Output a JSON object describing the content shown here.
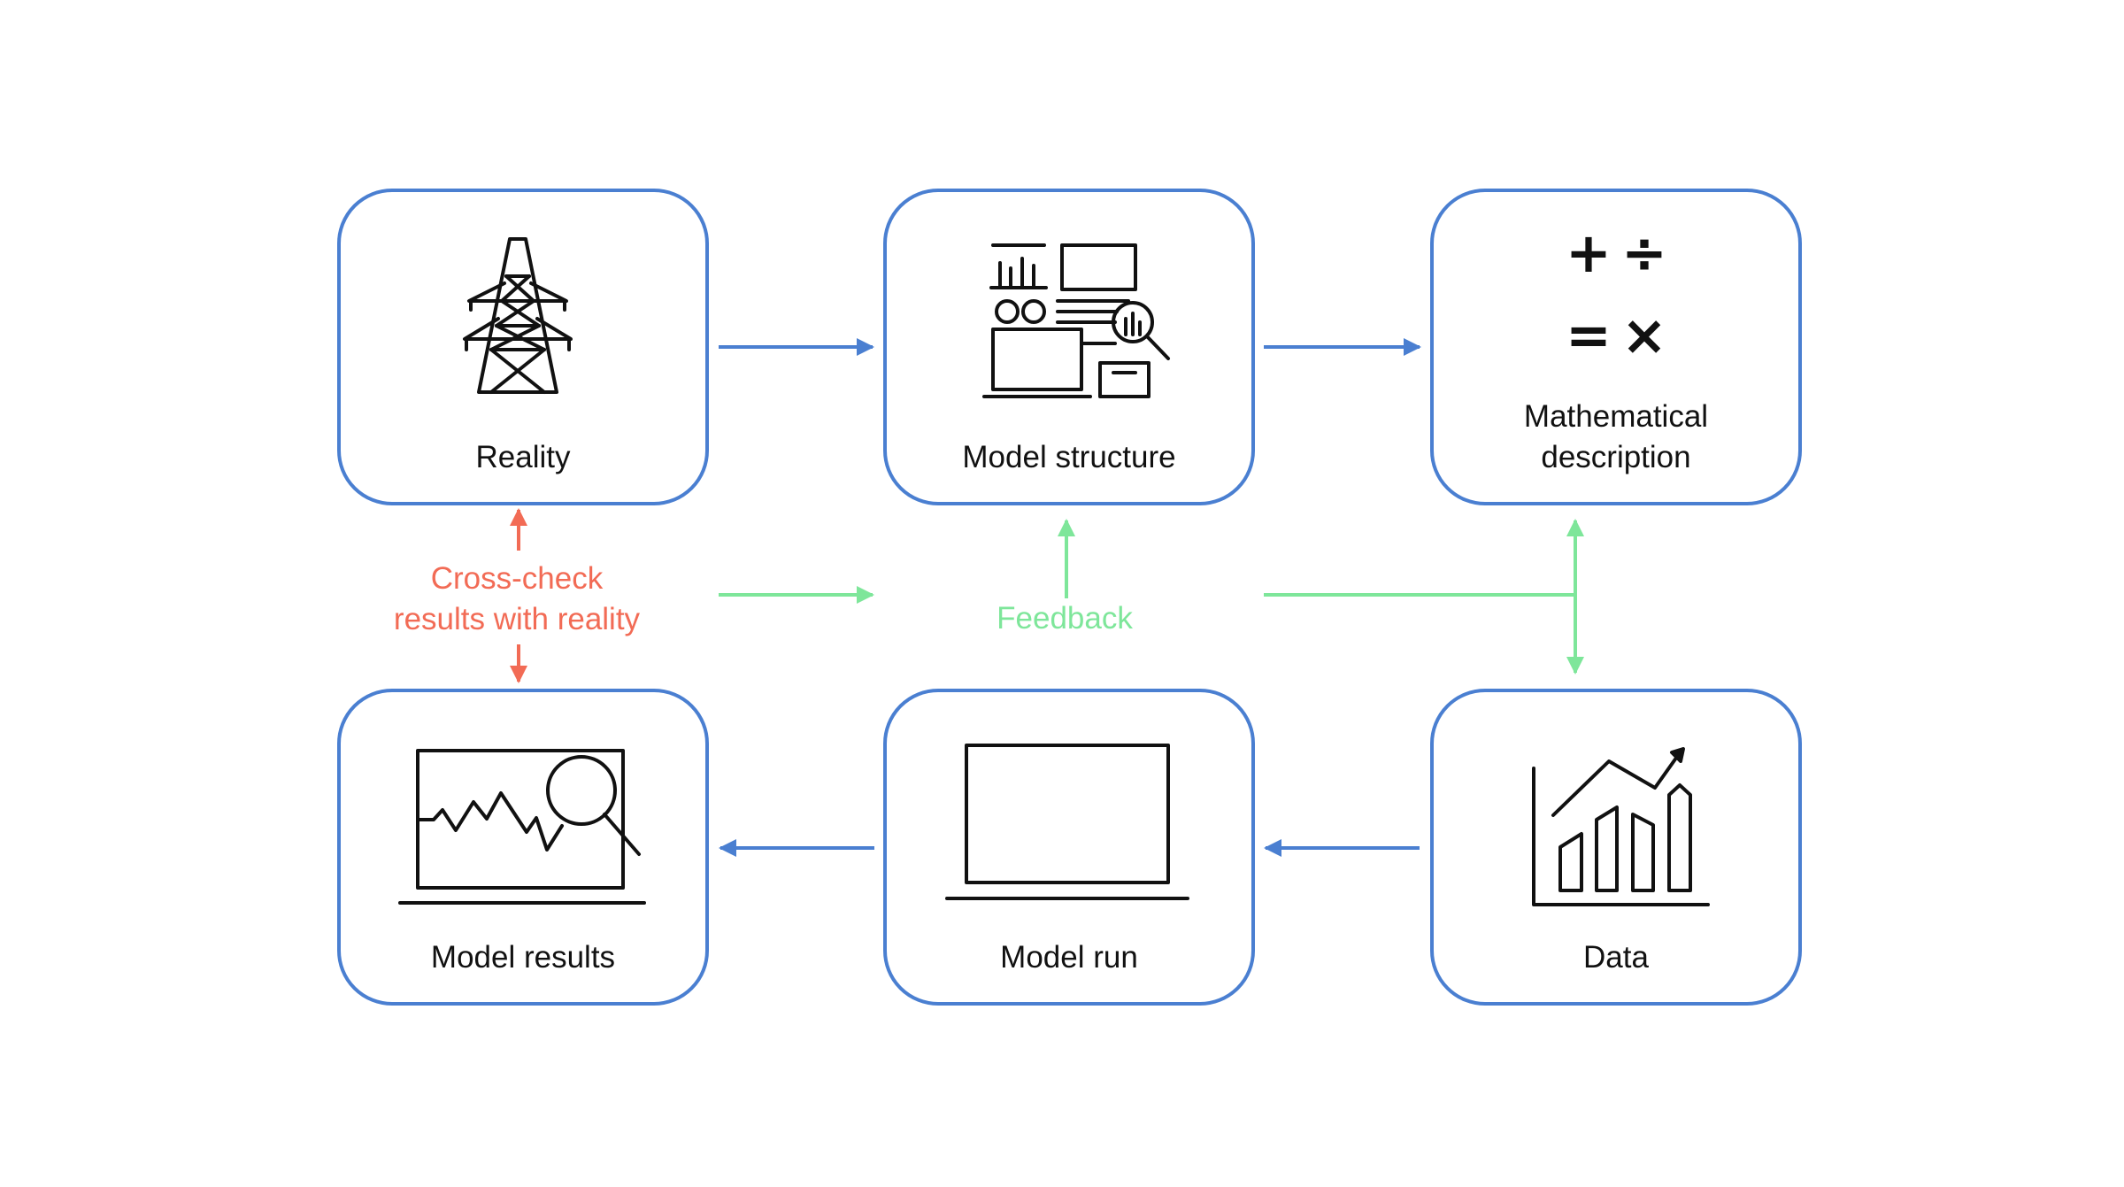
{
  "nodes": {
    "reality": {
      "label": "Reality",
      "icon": "transmission-tower-icon"
    },
    "model_structure": {
      "label": "Model structure",
      "icon": "dashboard-analysis-icon"
    },
    "mathematical_description": {
      "label_line1": "Mathematical",
      "label_line2": "description",
      "icon": "math-operators-icon",
      "symbols": {
        "plus": "+",
        "divide": "÷",
        "equals": "=",
        "times": "×"
      }
    },
    "model_results": {
      "label": "Model results",
      "icon": "chart-magnifier-icon"
    },
    "model_run": {
      "label": "Model run",
      "icon": "laptop-icon"
    },
    "data": {
      "label": "Data",
      "icon": "bar-chart-growth-icon"
    }
  },
  "annotations": {
    "cross_check_line1": "Cross-check",
    "cross_check_line2": "results with reality",
    "feedback": "Feedback"
  },
  "colors": {
    "box_border": "#4a7fd1",
    "main_flow": "#4a7fd1",
    "feedback": "#7ee69a",
    "cross_check": "#f26b55",
    "text": "#111111"
  }
}
